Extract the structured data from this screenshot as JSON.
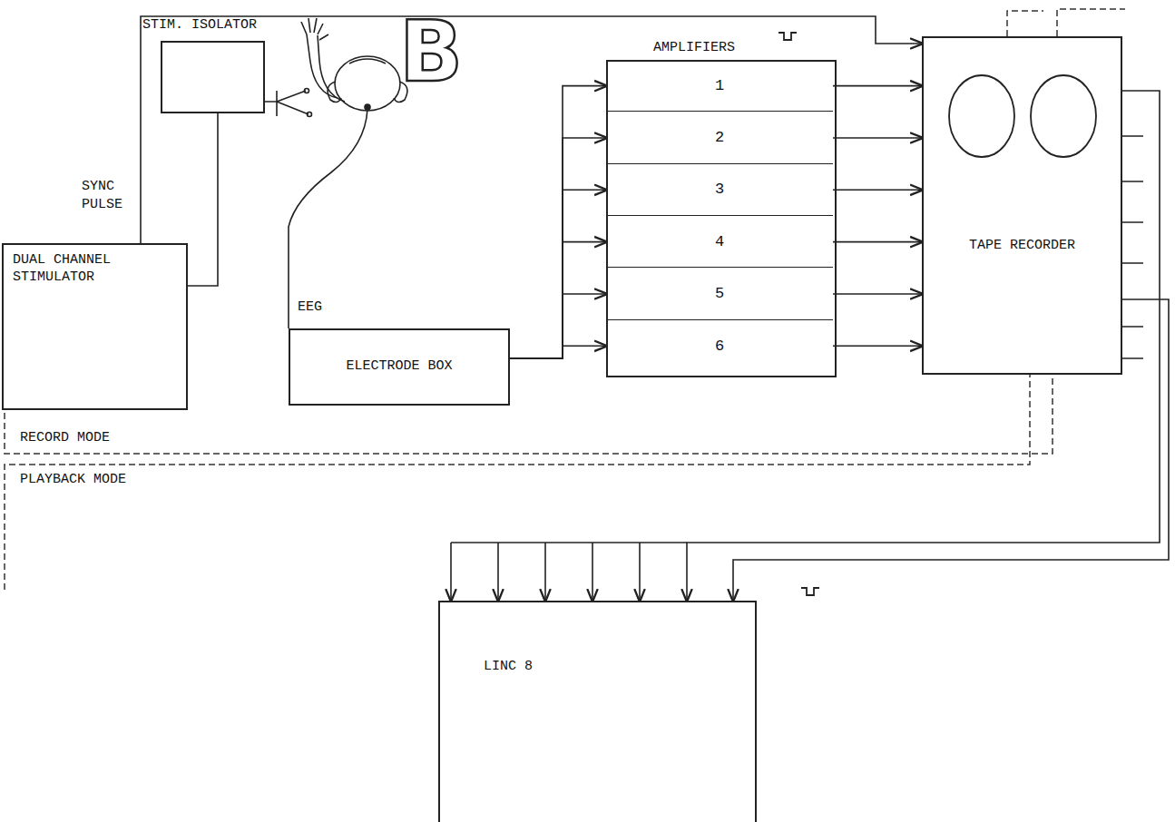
{
  "diagram": {
    "nodes": [
      {
        "text": [
          "STIM. ISOLATOR"
        ]
      },
      {
        "text": [
          "DUAL CHANNEL STIMULATOR"
        ]
      },
      {
        "text": [
          "ELECTRODE BOX"
        ]
      },
      {
        "text": [
          "AMPLIFIERS"
        ]
      },
      {
        "text": [
          "1"
        ],
        "in": 3
      },
      {
        "text": [
          "2"
        ],
        "in": 3
      },
      {
        "text": [
          "3"
        ],
        "in": 3
      },
      {
        "text": [
          "4"
        ],
        "in": 3
      },
      {
        "text": [
          "5"
        ],
        "in": 3
      },
      {
        "text": [
          "6"
        ],
        "in": 3
      },
      {
        "text": [
          "TAPE RECORDER"
        ]
      },
      {
        "text": [
          "LINC 8"
        ]
      }
    ],
    "edges": [
      {
        "from": 1,
        "to": 0,
        "arrow": "none"
      },
      {
        "from": 1,
        "to": 10,
        "arrow": "to"
      },
      {
        "from": 2,
        "to": 4,
        "arrow": "to"
      },
      {
        "from": 2,
        "to": 5,
        "arrow": "to"
      },
      {
        "from": 2,
        "to": 6,
        "arrow": "to"
      },
      {
        "from": 2,
        "to": 7,
        "arrow": "to"
      },
      {
        "from": 2,
        "to": 8,
        "arrow": "to"
      },
      {
        "from": 2,
        "to": 9,
        "arrow": "to"
      },
      {
        "from": 4,
        "to": 10,
        "arrow": "to"
      },
      {
        "from": 5,
        "to": 10,
        "arrow": "to"
      },
      {
        "from": 6,
        "to": 10,
        "arrow": "to"
      },
      {
        "from": 7,
        "to": 10,
        "arrow": "to"
      },
      {
        "from": 8,
        "to": 10,
        "arrow": "to"
      },
      {
        "from": 9,
        "to": 10,
        "arrow": "to"
      },
      {
        "from": 10,
        "to": 11,
        "arrow": "to"
      },
      {
        "from": 10,
        "to": 11,
        "arrow": "to"
      }
    ],
    "labels": [
      "B",
      "SYNC PULSE",
      "EEG",
      "RECORD MODE",
      "PLAYBACK MODE"
    ]
  }
}
